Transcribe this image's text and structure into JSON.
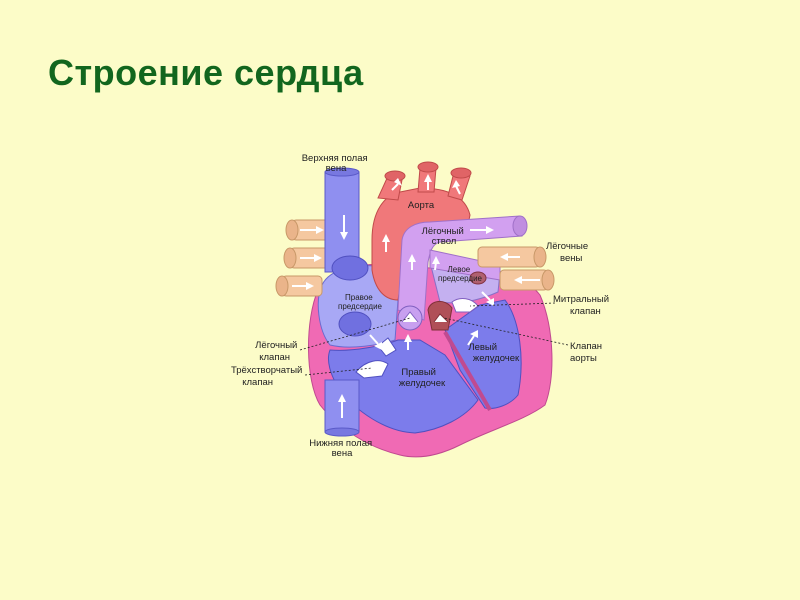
{
  "title": "Строение сердца",
  "labels": {
    "superior_vena_cava": [
      "Верхняя полая",
      "вена"
    ],
    "aorta": "Аорта",
    "pulmonary_trunk": [
      "Лёгочный",
      "ствол"
    ],
    "pulmonary_veins": [
      "Лёгочные",
      "вены"
    ],
    "left_atrium": [
      "Левое",
      "предсердие"
    ],
    "right_atrium": [
      "Правое",
      "предсердие"
    ],
    "mitral_valve": [
      "Митральный",
      "клапан"
    ],
    "aortic_valve": [
      "Клапан",
      "аорты"
    ],
    "left_ventricle": [
      "Левый",
      "желудочек"
    ],
    "right_ventricle": [
      "Правый",
      "желудочек"
    ],
    "pulmonary_valve": [
      "Лёгочный",
      "клапан"
    ],
    "tricuspid_valve": [
      "Трёхстворчатый",
      "клапан"
    ],
    "inferior_vena_cava": [
      "Нижняя полая",
      "вена"
    ]
  },
  "colors": {
    "background": "#fcfcc8",
    "title": "#12661e",
    "oxygenated": "#f0787a",
    "deoxygenated": "#8f8ff0",
    "pulmonary_artery": "#d2a0f0",
    "pulmonary_veins": "#f5c8a0",
    "myocardium": "#f06ab4"
  }
}
